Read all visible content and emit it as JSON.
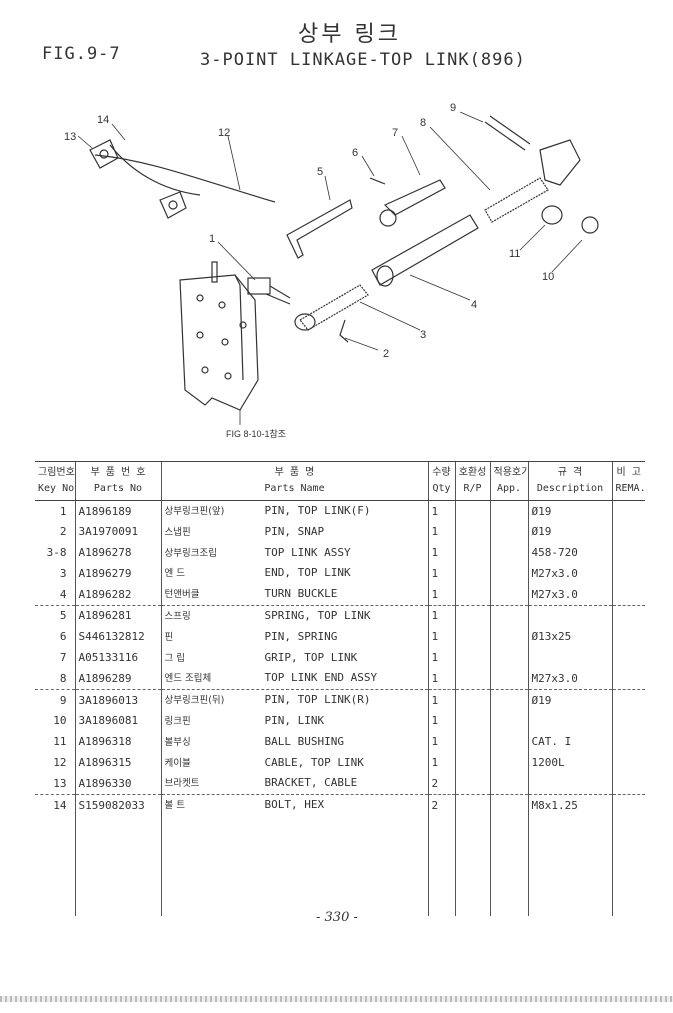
{
  "header": {
    "korean_title": "상부 링크",
    "figure_number": "FIG.9-7",
    "figure_title": "3-POINT LINKAGE-TOP LINK(896)"
  },
  "diagram": {
    "callouts": [
      "14",
      "13",
      "12",
      "7",
      "8",
      "9",
      "6",
      "5",
      "1",
      "4",
      "3",
      "2",
      "11",
      "10"
    ],
    "caption": "FIG 8-10-1참조"
  },
  "table": {
    "headers": [
      {
        "kr": "그림번호",
        "en": "Key No"
      },
      {
        "kr": "부 품 번 호",
        "en": "Parts No"
      },
      {
        "kr": "부 품 명",
        "en": "Parts Name"
      },
      {
        "kr": "수량",
        "en": "Qty"
      },
      {
        "kr": "호환성",
        "en": "R/P"
      },
      {
        "kr": "적용호기",
        "en": "App."
      },
      {
        "kr": "규 격",
        "en": "Description"
      },
      {
        "kr": "비 고",
        "en": "REMA."
      }
    ],
    "rows": [
      {
        "key": "1",
        "part_no": "A1896189",
        "name_kr": "상부링크핀(앞)",
        "name_en": "PIN, TOP LINK(F)",
        "qty": "1",
        "desc": "Ø19"
      },
      {
        "key": "2",
        "part_no": "3A1970091",
        "name_kr": "스냅핀",
        "name_en": "PIN, SNAP",
        "qty": "1",
        "desc": "Ø19"
      },
      {
        "key": "3-8",
        "part_no": "A1896278",
        "name_kr": "상부링크조립",
        "name_en": "TOP LINK ASSY",
        "qty": "1",
        "desc": "458-720"
      },
      {
        "key": "3",
        "part_no": "A1896279",
        "name_kr": "엔 드",
        "name_en": "END, TOP LINK",
        "qty": "1",
        "desc": "M27x3.0"
      },
      {
        "key": "4",
        "part_no": "A1896282",
        "name_kr": "턴앤버클",
        "name_en": "TURN BUCKLE",
        "qty": "1",
        "desc": "M27x3.0"
      },
      {
        "key": "5",
        "part_no": "A1896281",
        "name_kr": "스프링",
        "name_en": "SPRING, TOP LINK",
        "qty": "1",
        "desc": ""
      },
      {
        "key": "6",
        "part_no": "S446132812",
        "name_kr": "핀",
        "name_en": "PIN, SPRING",
        "qty": "1",
        "desc": "Ø13x25"
      },
      {
        "key": "7",
        "part_no": "A05133116",
        "name_kr": "그 립",
        "name_en": "GRIP, TOP LINK",
        "qty": "1",
        "desc": ""
      },
      {
        "key": "8",
        "part_no": "A1896289",
        "name_kr": "엔드 조립체",
        "name_en": "TOP LINK END ASSY",
        "qty": "1",
        "desc": "M27x3.0"
      },
      {
        "key": "9",
        "part_no": "3A1896013",
        "name_kr": "상부링크핀(뒤)",
        "name_en": "PIN, TOP LINK(R)",
        "qty": "1",
        "desc": "Ø19"
      },
      {
        "key": "10",
        "part_no": "3A1896081",
        "name_kr": "링크핀",
        "name_en": "PIN, LINK",
        "qty": "1",
        "desc": ""
      },
      {
        "key": "11",
        "part_no": "A1896318",
        "name_kr": "볼부싱",
        "name_en": "BALL BUSHING",
        "qty": "1",
        "desc": "CAT. I"
      },
      {
        "key": "12",
        "part_no": "A1896315",
        "name_kr": "케이블",
        "name_en": "CABLE, TOP LINK",
        "qty": "1",
        "desc": "1200L"
      },
      {
        "key": "13",
        "part_no": "A1896330",
        "name_kr": "브라켓트",
        "name_en": "BRACKET, CABLE",
        "qty": "2",
        "desc": ""
      },
      {
        "key": "14",
        "part_no": "S159082033",
        "name_kr": "볼 트",
        "name_en": "BOLT, HEX",
        "qty": "2",
        "desc": "M8x1.25"
      }
    ]
  },
  "footer": {
    "page_number": "- 330 -"
  }
}
